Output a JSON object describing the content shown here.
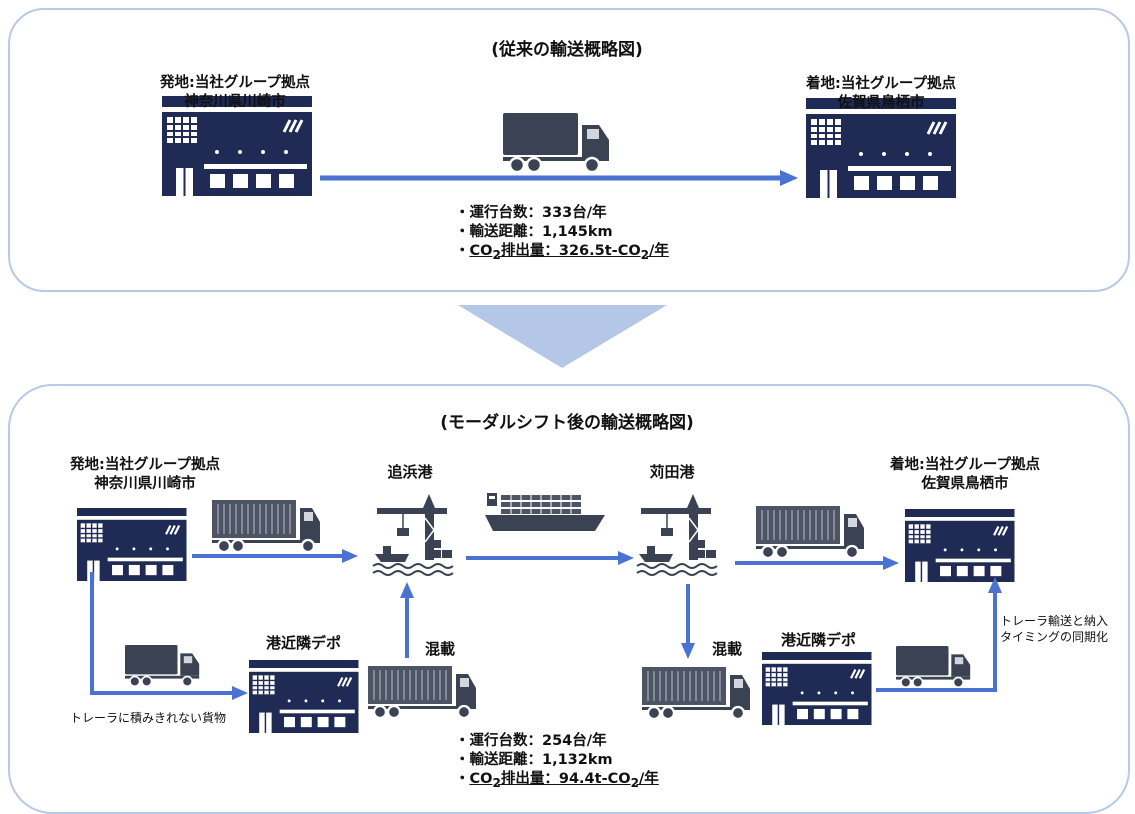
{
  "top": {
    "title": "(従来の輸送概略図)",
    "origin_line1": "発地:当社グループ拠点",
    "origin_line2": "神奈川県川崎市",
    "dest_line1": "着地:当社グループ拠点",
    "dest_line2": "佐賀県鳥栖市",
    "stats": {
      "trips": "・運行台数：333台/年",
      "distance": "・輸送距離：1,145km",
      "co2_prefix": "・",
      "co2_a": "CO",
      "co2_sub1": "2",
      "co2_b": "排出量：326.5t-CO",
      "co2_sub2": "2",
      "co2_c": "/年"
    }
  },
  "bottom": {
    "title": "(モーダルシフト後の輸送概略図)",
    "origin_line1": "発地:当社グループ拠点",
    "origin_line2": "神奈川県川崎市",
    "dest_line1": "着地:当社グループ拠点",
    "dest_line2": "佐賀県鳥栖市",
    "port_left": "追浜港",
    "port_right": "苅田港",
    "depot_left": "港近隣デポ",
    "depot_right": "港近隣デポ",
    "mixed_left": "混載",
    "mixed_right": "混載",
    "note_left": "トレーラに積みきれない貨物",
    "note_right_line1": "トレーラ輸送と納入",
    "note_right_line2": "タイミングの同期化",
    "stats": {
      "trips": "・運行台数：254台/年",
      "distance": "・輸送距離：1,132km",
      "co2_prefix": "・",
      "co2_a": "CO",
      "co2_sub1": "2",
      "co2_b": "排出量：94.4t-CO",
      "co2_sub2": "2",
      "co2_c": "/年"
    }
  },
  "colors": {
    "panel_border": "#b7c8e8",
    "arrow": "#4a72d2",
    "down_arrow": "#b4c7e7",
    "navy": "#1f2a55",
    "truck": "#3b4253",
    "container": "#4d5565"
  },
  "icons": {
    "building": "warehouse-building-icon",
    "truck": "truck-icon",
    "trailer": "container-trailer-icon",
    "port": "port-crane-icon",
    "ship": "container-ship-icon"
  }
}
